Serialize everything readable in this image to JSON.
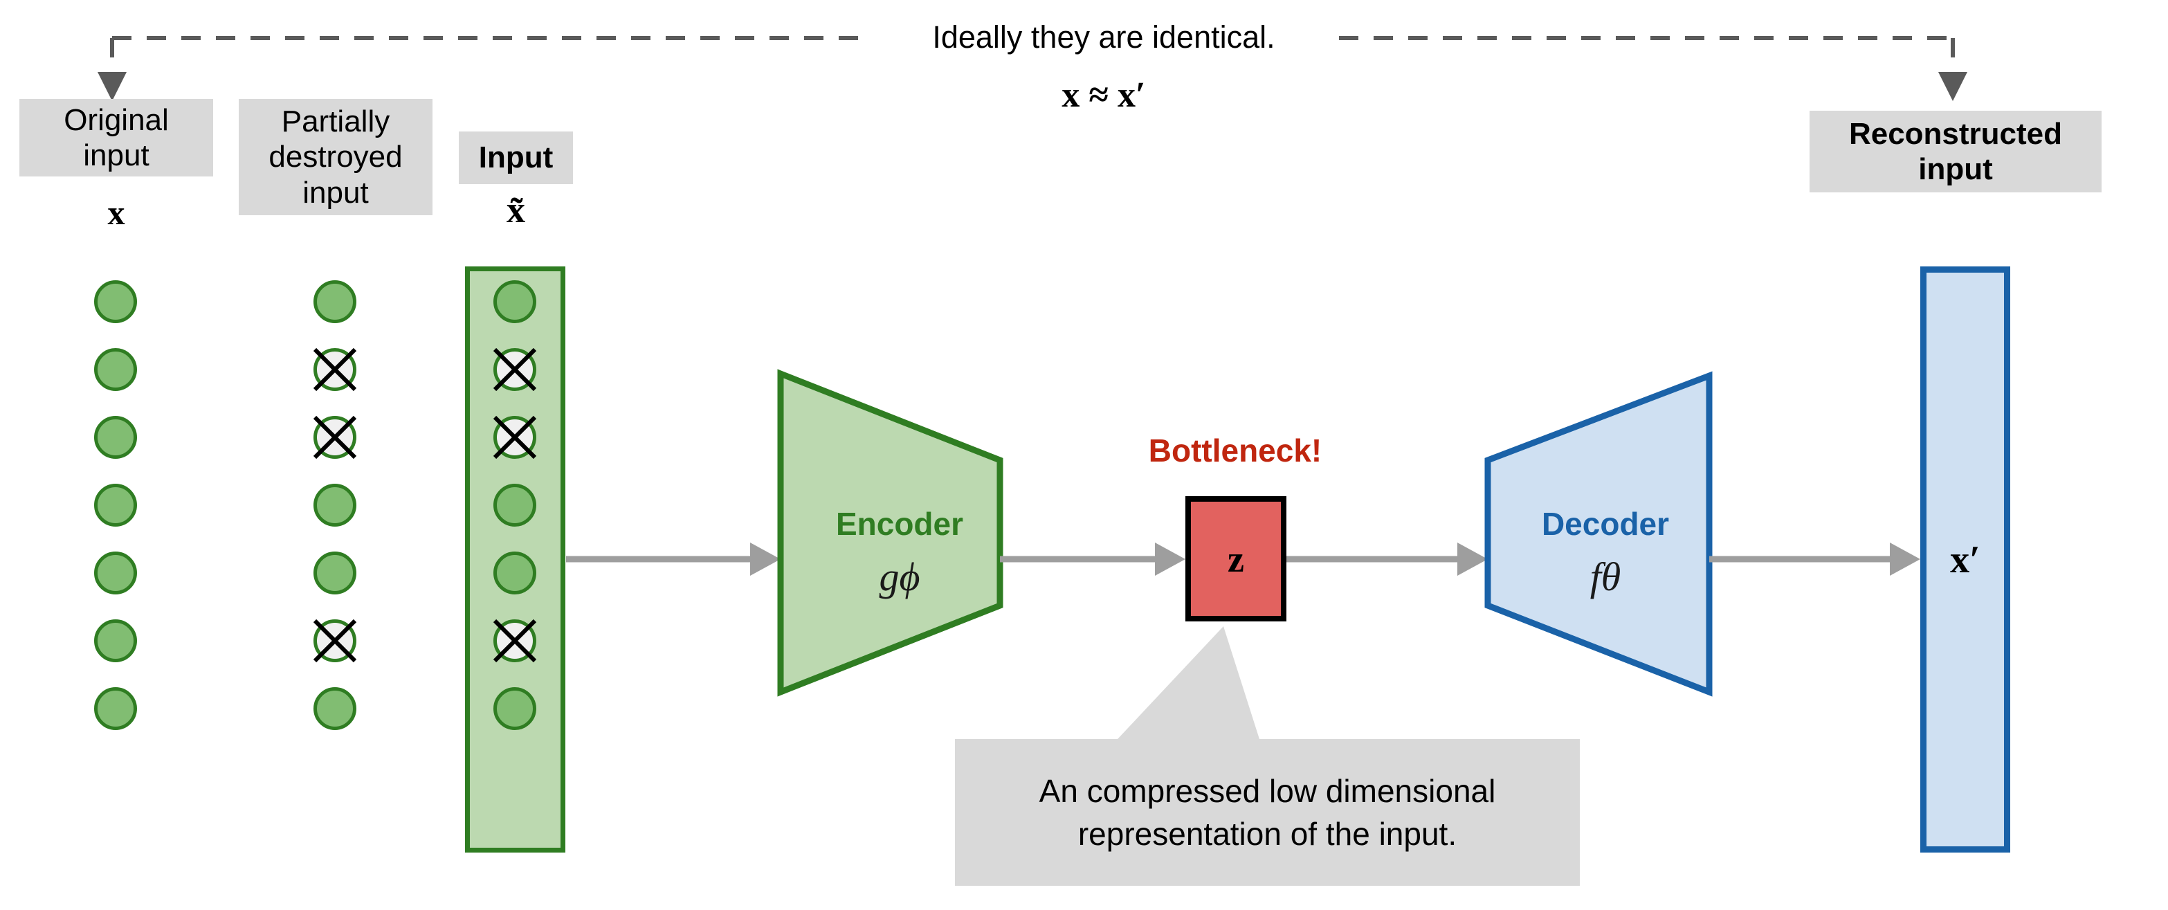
{
  "diagram": {
    "title_note": "Ideally they are identical.",
    "equation": "x ≈ x′",
    "colors": {
      "green_fill": "#81bd72",
      "green_panel": "#bcd9b0",
      "green_stroke": "#2f7d22",
      "blue_fill": "#cfe0f2",
      "blue_stroke": "#1a62a8",
      "red_fill": "#e2625f",
      "red_text": "#c0260f",
      "grey_box": "#d9d9d9",
      "arrow_grey": "#9e9e9e",
      "dash_grey": "#595959"
    }
  },
  "labels": {
    "original_input": "Original\ninput",
    "partially_destroyed_input": "Partially\ndestroyed\ninput",
    "input": "Input",
    "reconstructed_input": "Reconstructed\ninput",
    "x_symbol": "x",
    "x_tilde_symbol": "x̃",
    "x_prime_symbol": "x′",
    "z_symbol": "z",
    "bottleneck": "Bottleneck!",
    "encoder_title": "Encoder",
    "encoder_function": "gϕ",
    "decoder_title": "Decoder",
    "decoder_function": "fθ",
    "callout_line1": "An compressed low dimensional",
    "callout_line2": "representation of the input."
  },
  "columns": {
    "original": {
      "name": "original-input-nodes",
      "count": 7,
      "nodes": [
        "intact",
        "intact",
        "intact",
        "intact",
        "intact",
        "intact",
        "intact"
      ]
    },
    "destroyed": {
      "name": "partially-destroyed-nodes",
      "count": 7,
      "nodes": [
        "intact",
        "destroyed",
        "destroyed",
        "intact",
        "intact",
        "destroyed",
        "intact"
      ]
    },
    "input": {
      "name": "input-nodes",
      "count": 7,
      "nodes": [
        "intact",
        "destroyed",
        "destroyed",
        "intact",
        "intact",
        "destroyed",
        "intact"
      ]
    }
  },
  "flow": {
    "arrows": [
      {
        "from": "input",
        "to": "encoder"
      },
      {
        "from": "encoder",
        "to": "bottleneck"
      },
      {
        "from": "bottleneck",
        "to": "decoder"
      },
      {
        "from": "decoder",
        "to": "reconstructed"
      }
    ],
    "dashed_link": {
      "from": "reconstructed-input",
      "to": "original-input",
      "note": "Ideally they are identical."
    }
  }
}
